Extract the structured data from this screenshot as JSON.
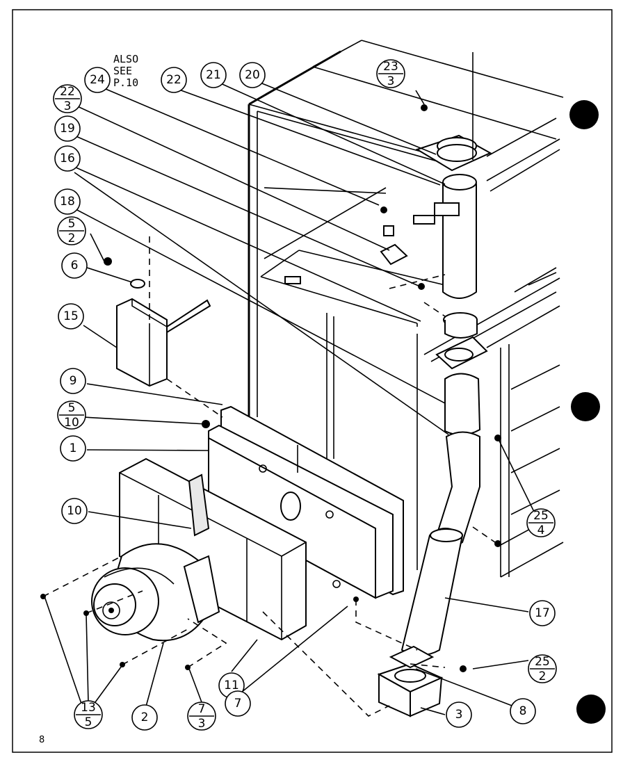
{
  "note": {
    "line1": "ALSO",
    "line2": "SEE",
    "line3": "P.10"
  },
  "page_number": "8",
  "callouts": [
    {
      "id": "c-24",
      "label": "24"
    },
    {
      "id": "c-22",
      "label": "22"
    },
    {
      "id": "c-21",
      "label": "21"
    },
    {
      "id": "c-20",
      "label": "20"
    },
    {
      "id": "c-19",
      "label": "19"
    },
    {
      "id": "c-16",
      "label": "16"
    },
    {
      "id": "c-18",
      "label": "18"
    },
    {
      "id": "c-6",
      "label": "6"
    },
    {
      "id": "c-15",
      "label": "15"
    },
    {
      "id": "c-9",
      "label": "9"
    },
    {
      "id": "c-1",
      "label": "1"
    },
    {
      "id": "c-10",
      "label": "10"
    },
    {
      "id": "c-2",
      "label": "2"
    },
    {
      "id": "c-11",
      "label": "11"
    },
    {
      "id": "c-7",
      "label": "7"
    },
    {
      "id": "c-17",
      "label": "17"
    },
    {
      "id": "c-3",
      "label": "3"
    },
    {
      "id": "c-8",
      "label": "8"
    }
  ],
  "fraction_callouts": [
    {
      "id": "f-23-3",
      "top": "23",
      "bottom": "3"
    },
    {
      "id": "f-22-3",
      "top": "22",
      "bottom": "3"
    },
    {
      "id": "f-5-2",
      "top": "5",
      "bottom": "2"
    },
    {
      "id": "f-5-10",
      "top": "5",
      "bottom": "10"
    },
    {
      "id": "f-25-4",
      "top": "25",
      "bottom": "4"
    },
    {
      "id": "f-25-2",
      "top": "25",
      "bottom": "2"
    },
    {
      "id": "f-13-5",
      "top": "13",
      "bottom": "5"
    },
    {
      "id": "f-7-3",
      "top": "7",
      "bottom": "3"
    }
  ]
}
